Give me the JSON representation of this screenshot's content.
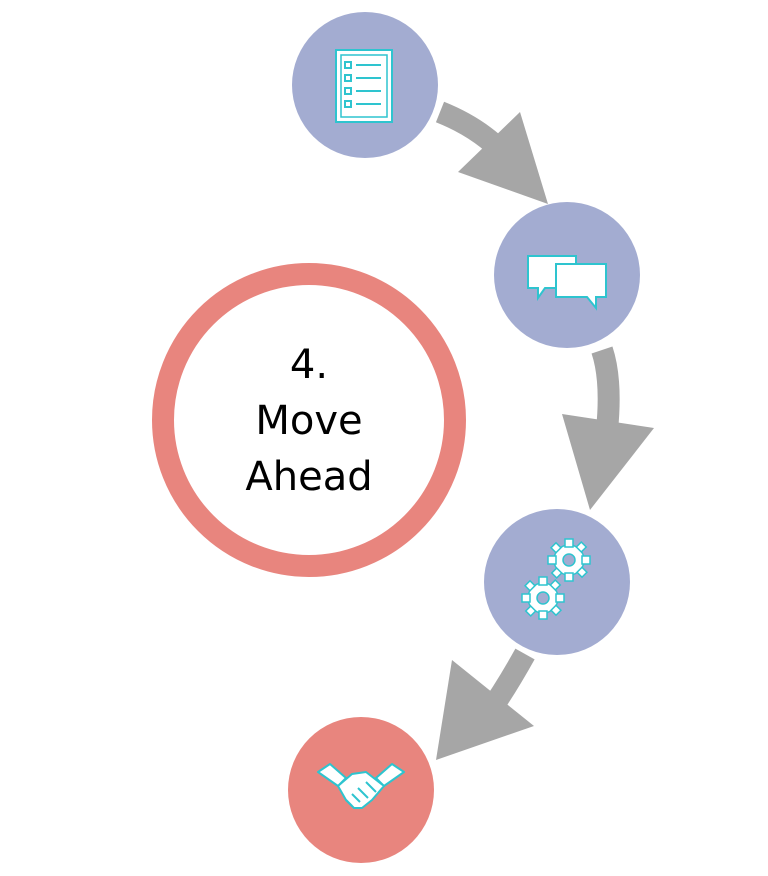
{
  "colors": {
    "step_fill": "#A3ACD1",
    "active_fill": "#E8857E",
    "active_ring": "#E8857E",
    "arrow": "#A6A6A6",
    "icon_stroke": "#2EC4CF",
    "icon_fill": "#FFFFFF"
  },
  "steps": [
    {
      "icon": "checklist-icon",
      "active": false
    },
    {
      "icon": "chat-bubbles-icon",
      "active": false
    },
    {
      "icon": "gears-icon",
      "active": false
    },
    {
      "icon": "handshake-icon",
      "active": true
    }
  ],
  "current_step": {
    "number": "4.",
    "line1": "Move",
    "line2": "Ahead"
  }
}
